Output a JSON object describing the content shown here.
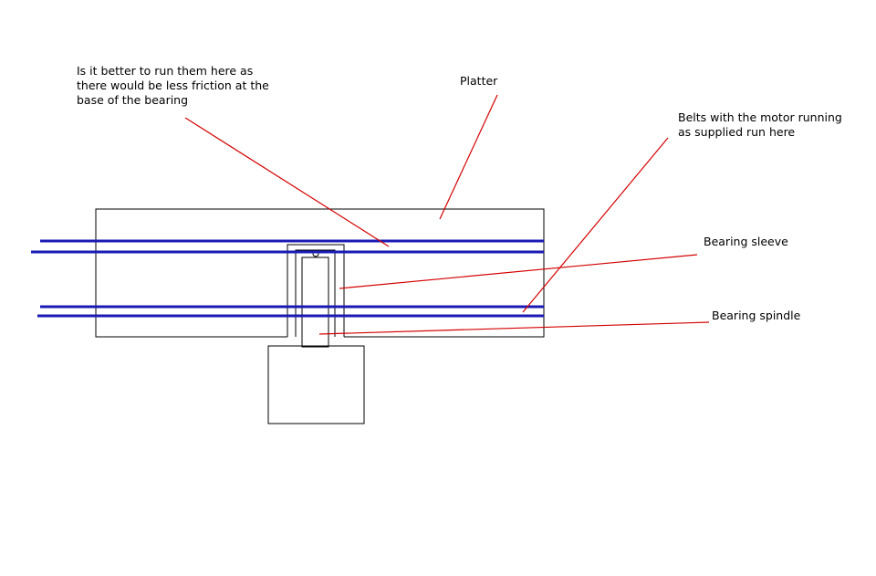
{
  "labels": {
    "question": {
      "lines": [
        "Is it better to run them here as",
        "there would be less friction at the",
        "base of the bearing"
      ]
    },
    "platter": "Platter",
    "belts": {
      "lines": [
        "Belts with the motor running",
        "as supplied run here"
      ]
    },
    "bearing_sleeve": "Bearing sleeve",
    "bearing_spindle": "Bearing spindle"
  },
  "colors": {
    "outline": "#000000",
    "belt": "#1a1ab4",
    "leader": "#d40000",
    "background": "#ffffff"
  }
}
